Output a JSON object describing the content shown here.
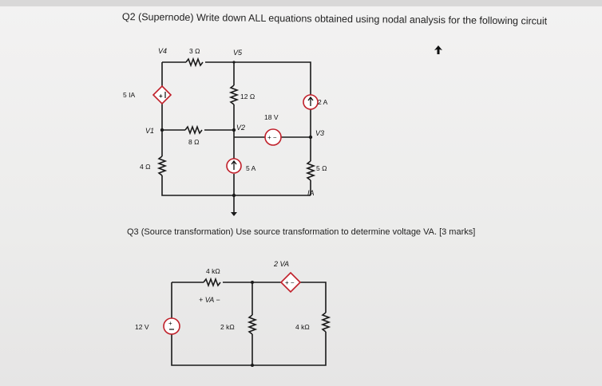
{
  "q2": {
    "text": "Q2 (Supernode) Write down ALL equations obtained using nodal analysis for the following circuit"
  },
  "q3": {
    "text": "Q3 (Source transformation) Use source transformation to determine voltage VA. [3 marks]"
  },
  "circuit1": {
    "node_v4": "V4",
    "node_v5": "V5",
    "node_v1": "V1",
    "node_v2": "V2",
    "node_v3": "V3",
    "r_3": "3 Ω",
    "r_12": "12 Ω",
    "r_8": "8 Ω",
    "r_4": "4 Ω",
    "r_5": "5 Ω",
    "src_5ia": "5 IA",
    "src_2a": "2 A",
    "src_18v": "18 V",
    "src_5a": "5 A",
    "current_ia": "IA"
  },
  "circuit2": {
    "r_4k": "4 kΩ",
    "va_label": "+ VA −",
    "src_2va": "2 VA",
    "src_12v": "12 V",
    "r_2k": "2 kΩ",
    "r_4k_right": "4 kΩ"
  },
  "colors": {
    "source_outline": "#c0202a",
    "wire": "#1a1a1a"
  }
}
